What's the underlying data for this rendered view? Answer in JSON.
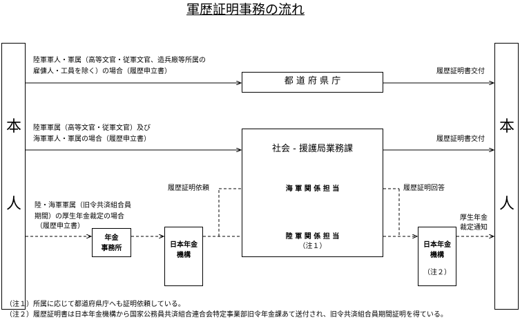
{
  "title": "軍歴証明事務の流れ",
  "person": {
    "left": [
      "本",
      "人"
    ],
    "right": [
      "本",
      "人"
    ]
  },
  "prefecture": {
    "label": "都 道 府 県 庁",
    "flow_text": [
      "陸軍軍人・軍属（高等文官・従軍文官、造兵廠等所属の",
      "雇傭人・工員を除く）の場合（履歴申立書）"
    ],
    "out_label": "履歴証明書交付"
  },
  "bureau": {
    "label": "社会 - 援護局業務課",
    "flow_text": [
      "陸軍軍属（高等文官・従軍文官）及び",
      "海軍軍人・軍属の場合（履歴申立書）"
    ],
    "out_label": "履歴証明書交付",
    "navy": "海 軍 関 係 担 当",
    "army": "陸 軍 関 係 担 当",
    "army_note": "（注１）"
  },
  "pension": {
    "flow_text": [
      "陸・海軍軍属（旧令共済組合員",
      "期間）の厚生年金裁定の場合",
      "（履歴申立書）"
    ],
    "office": [
      "年金",
      "事務所"
    ],
    "jpo_left": [
      "日本年金",
      "機構"
    ],
    "request": "履歴証明依頼",
    "reply": "履歴証明回答",
    "jpo_right": [
      "日本年金",
      "機構"
    ],
    "jpo_right_note": "（注２）",
    "notice": [
      "厚生年金",
      "裁定通知"
    ]
  },
  "notes": [
    "（注１）所属に応じて都道府県庁へも証明依頼している。",
    "（注２）履歴証明書は日本年金機構から国家公務員共済組合連合会特定事業部旧令年金課あて送付され、旧令共済組合員期間証明を得ている。"
  ]
}
